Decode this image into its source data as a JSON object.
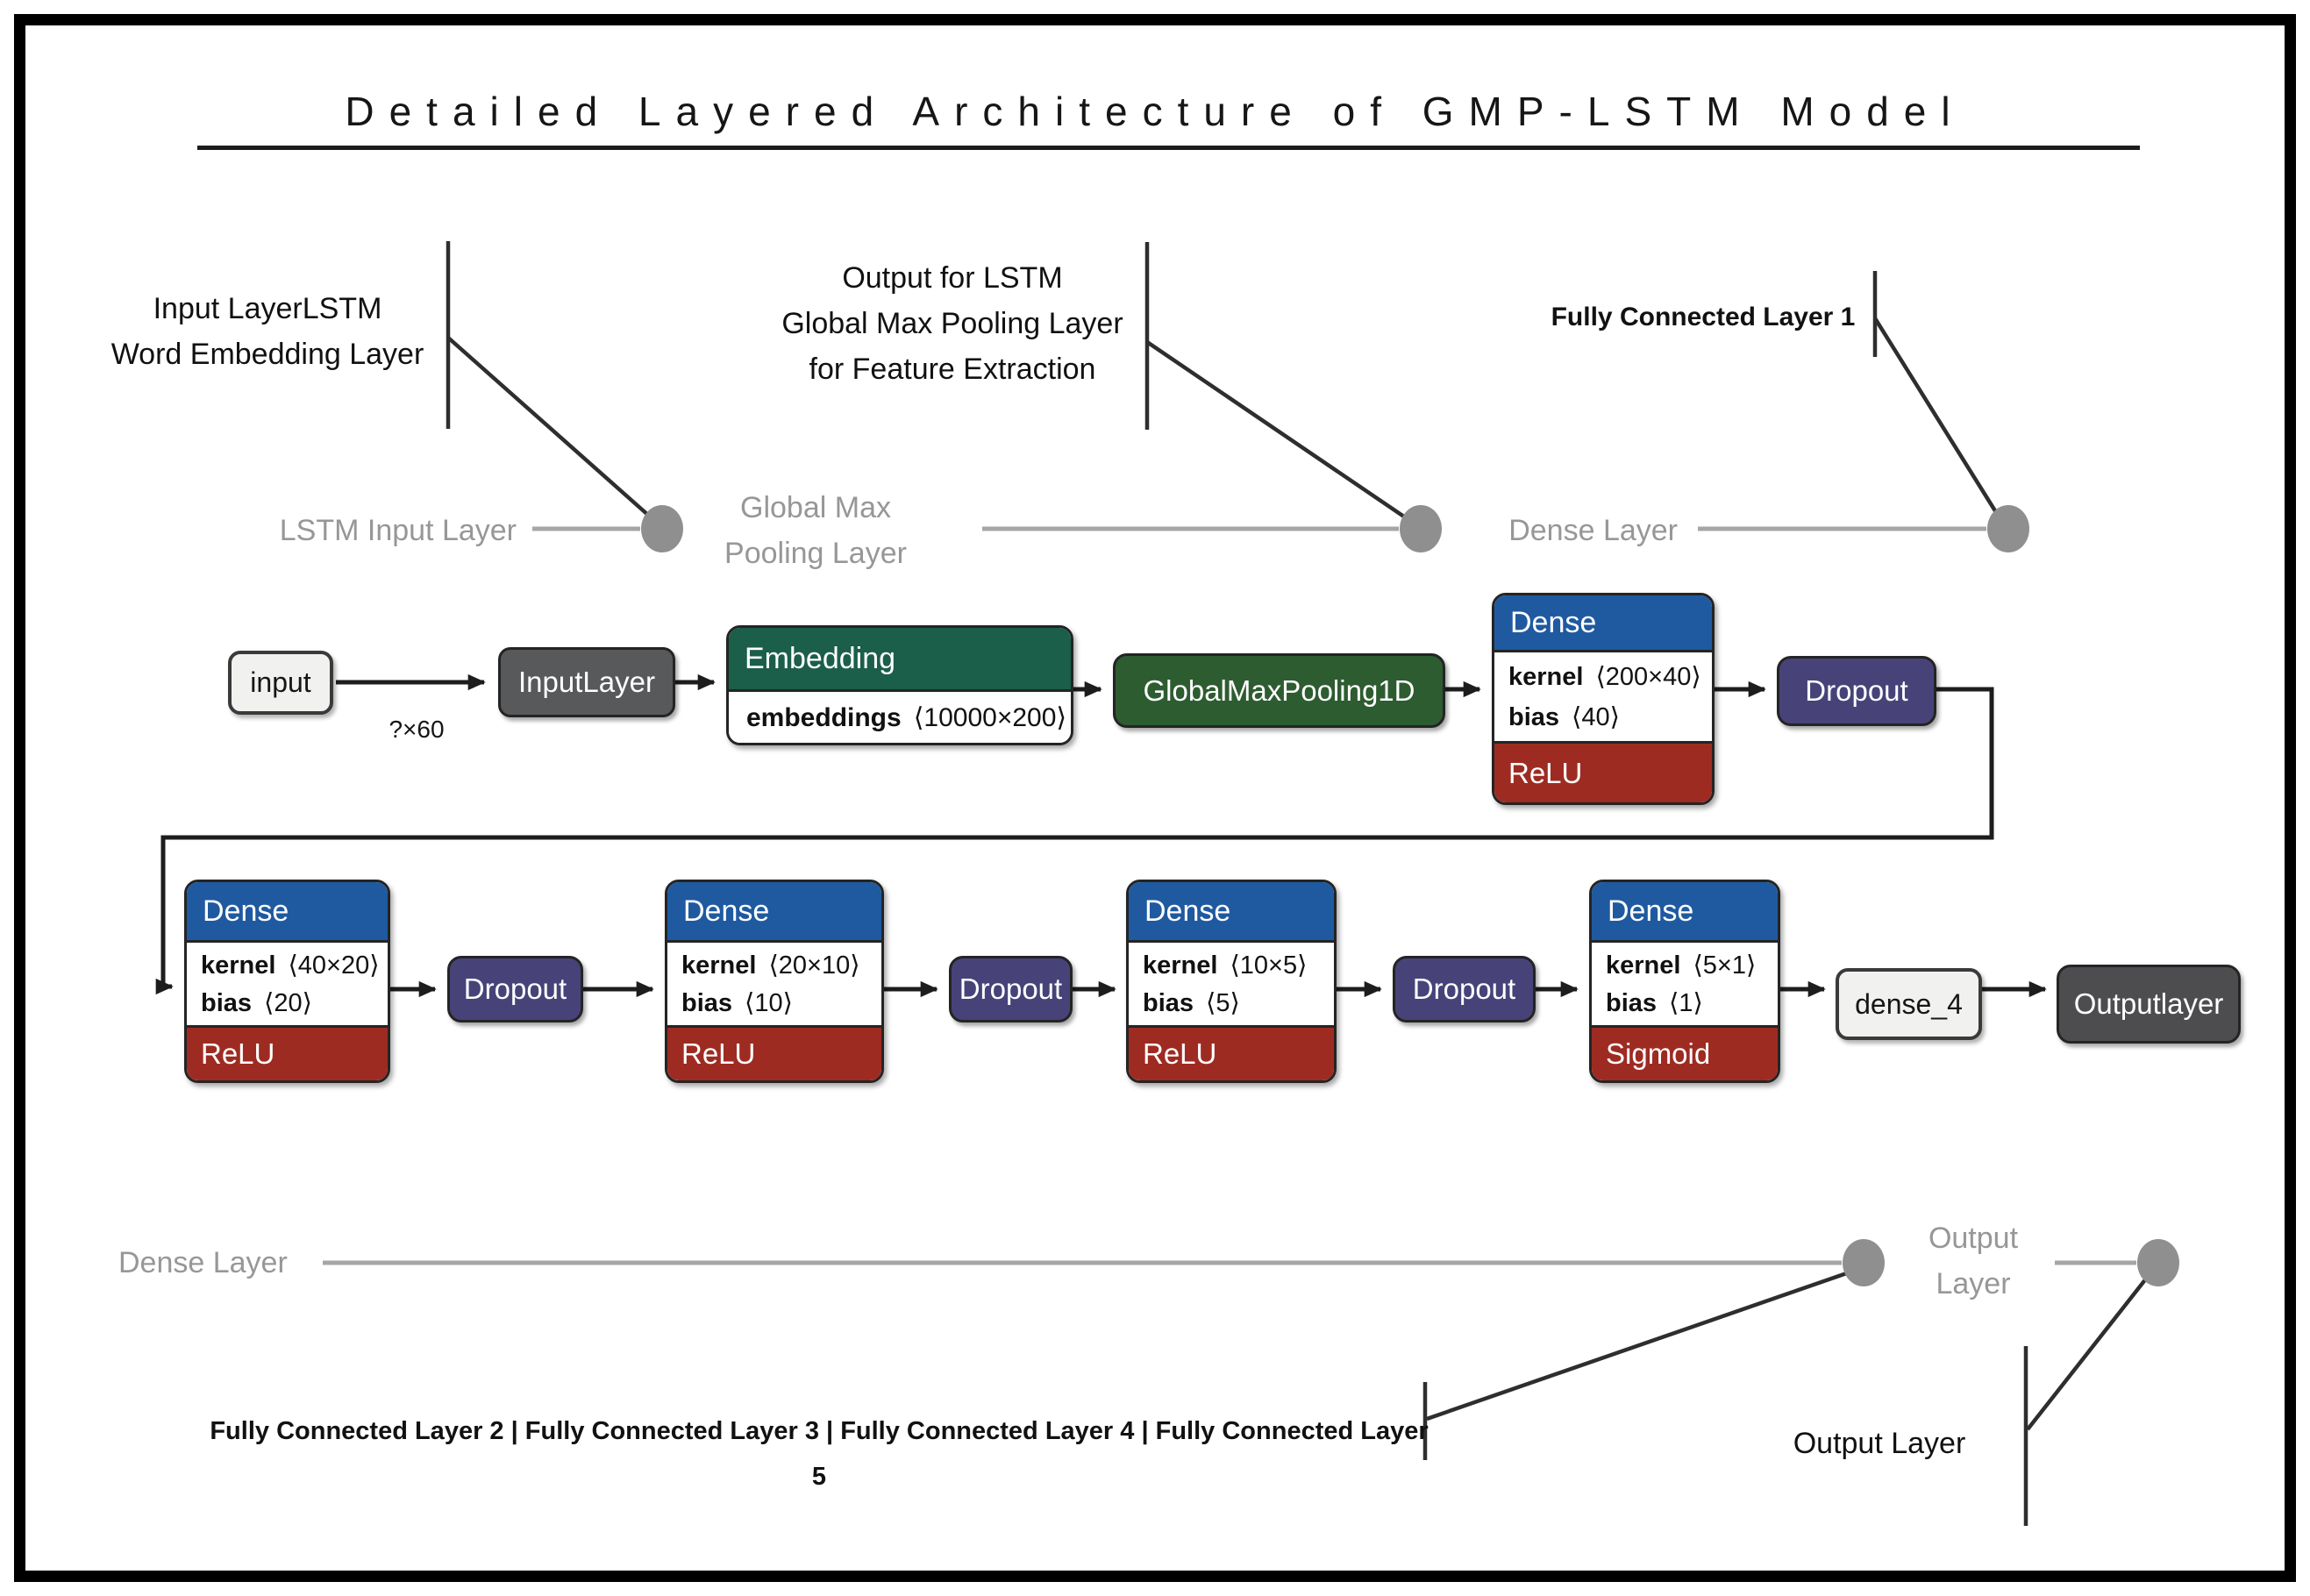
{
  "title": "Detailed Layered Architecture of GMP-LSTM Model",
  "annotations": {
    "input_embedding_line1": "Input LayerLSTM",
    "input_embedding_line2": "Word Embedding Layer",
    "gmp_line1": "Output for LSTM",
    "gmp_line2": "Global Max Pooling Layer",
    "gmp_line3": "for Feature Extraction",
    "fc1": "Fully Connected Layer 1",
    "fc_group": "Fully Connected Layer 2  |  Fully Connected Layer 3  |  Fully Connected Layer 4  |  Fully Connected Layer 5",
    "output_layer": "Output Layer"
  },
  "gray_labels": {
    "lstm_input": "LSTM Input Layer",
    "gmp_line1": "Global Max",
    "gmp_line2": "Pooling Layer",
    "dense_top": "Dense Layer",
    "dense_bottom": "Dense Layer",
    "output_line1": "Output",
    "output_line2": "Layer"
  },
  "edge_labels": {
    "input_shape": "?×60"
  },
  "nodes": {
    "input": {
      "label": "input"
    },
    "input_layer": {
      "label": "InputLayer"
    },
    "embedding": {
      "title": "Embedding",
      "param": "embeddings",
      "shape": "⟨10000×200⟩"
    },
    "global_max_pooling": {
      "label": "GlobalMaxPooling1D"
    },
    "dropout": {
      "label": "Dropout"
    },
    "dense_fc1": {
      "title": "Dense",
      "kernel_label": "kernel",
      "kernel_shape": "⟨200×40⟩",
      "bias_label": "bias",
      "bias_shape": "⟨40⟩",
      "activation": "ReLU"
    },
    "dense_fc": [
      {
        "title": "Dense",
        "kernel_label": "kernel",
        "kernel_shape": "⟨40×20⟩",
        "bias_label": "bias",
        "bias_shape": "⟨20⟩",
        "activation": "ReLU"
      },
      {
        "title": "Dense",
        "kernel_label": "kernel",
        "kernel_shape": "⟨20×10⟩",
        "bias_label": "bias",
        "bias_shape": "⟨10⟩",
        "activation": "ReLU"
      },
      {
        "title": "Dense",
        "kernel_label": "kernel",
        "kernel_shape": "⟨10×5⟩",
        "bias_label": "bias",
        "bias_shape": "⟨5⟩",
        "activation": "ReLU"
      },
      {
        "title": "Dense",
        "kernel_label": "kernel",
        "kernel_shape": "⟨5×1⟩",
        "bias_label": "bias",
        "bias_shape": "⟨1⟩",
        "activation": "Sigmoid"
      }
    ],
    "dense_4": {
      "label": "dense_4"
    },
    "output_layer": {
      "label": "Outputlayer"
    }
  },
  "colors": {
    "dense_header_blue": "#1f5aa0",
    "activation_red": "#9e2b22",
    "dropout_navy": "#474379",
    "embedding_green": "#1b5e4a",
    "pooling_green": "#2d5c30",
    "input_layer_gray": "#58595b",
    "output_layer_gray": "#4d4d4f",
    "callout_gray": "#8f8f8f"
  }
}
